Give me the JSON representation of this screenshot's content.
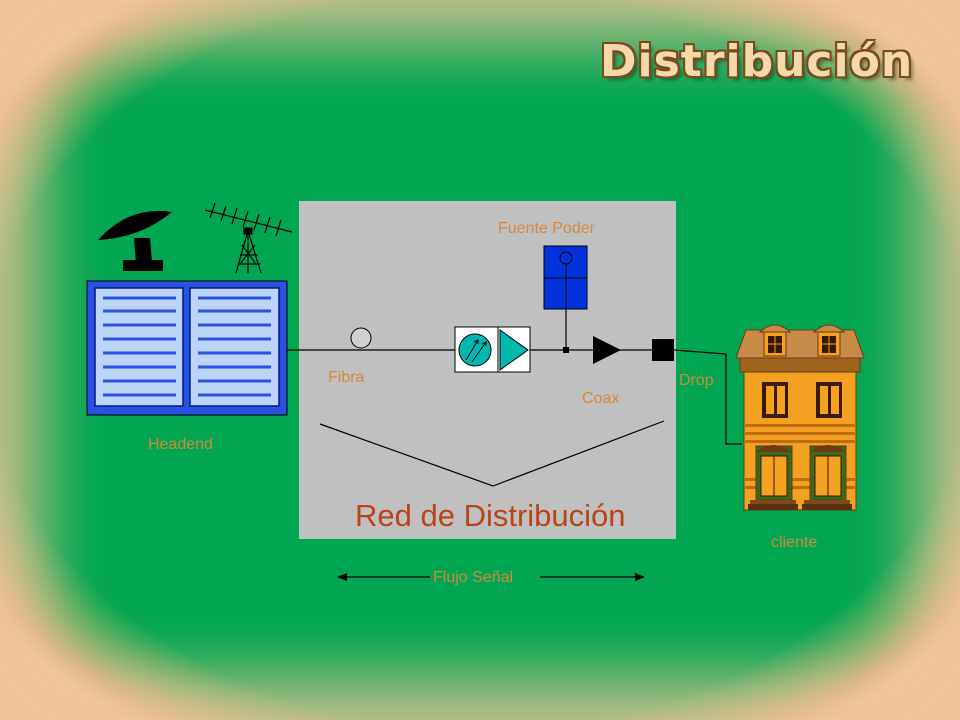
{
  "title": "Distribución",
  "labels": {
    "power_supply": "Fuente  Poder",
    "fiber": "Fibra",
    "coax": "Coax",
    "drop": "Drop",
    "headend": "Headend",
    "network": "Red de Distribución",
    "customer": "cliente",
    "signal_flow": "Flujo Señal"
  },
  "colors": {
    "background": "#00a651",
    "panel": "#c0c0c0",
    "label": "#d4893a",
    "network_title": "#b8451a",
    "headend_frame": "#2a52e0",
    "power_box": "#0033dd",
    "amplifier": "#00b8b0"
  },
  "icons": [
    "satellite-dish-icon",
    "antenna-tower-icon",
    "headend-rack-icon",
    "fiber-node-icon",
    "amplifier-icon",
    "tap-icon",
    "house-icon"
  ]
}
